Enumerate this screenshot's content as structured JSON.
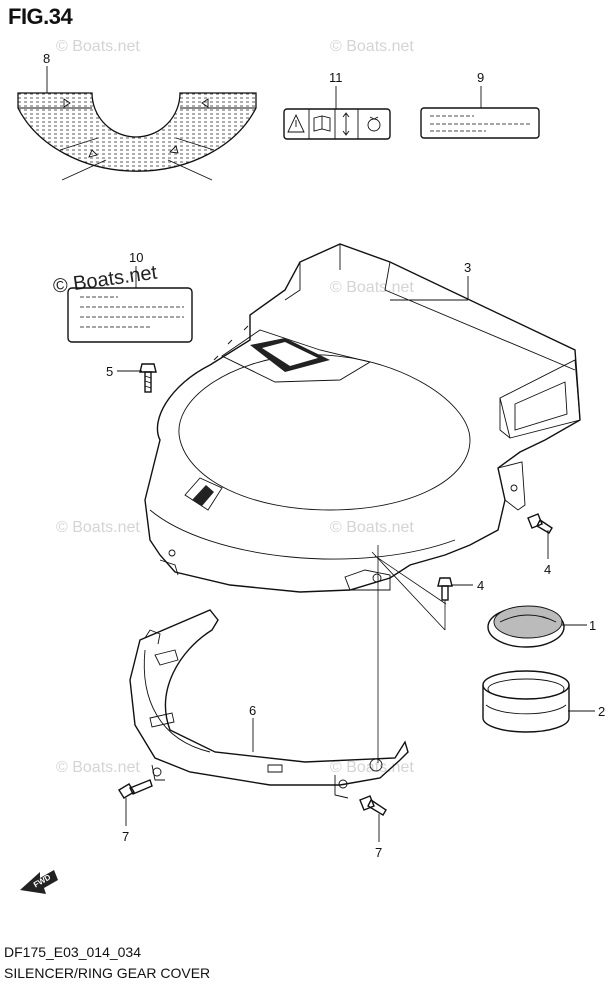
{
  "figure": {
    "title": "FIG.34"
  },
  "footer": {
    "code": "DF175_E03_014_034",
    "caption": "SILENCER/RING GEAR COVER"
  },
  "watermark": {
    "text": "© Boats.net"
  },
  "direction_marker": {
    "text": "FWD"
  },
  "callouts": [
    {
      "id": "c1",
      "label": "1"
    },
    {
      "id": "c2",
      "label": "2"
    },
    {
      "id": "c3",
      "label": "3"
    },
    {
      "id": "c4a",
      "label": "4"
    },
    {
      "id": "c4b",
      "label": "4"
    },
    {
      "id": "c5",
      "label": "5"
    },
    {
      "id": "c6",
      "label": "6"
    },
    {
      "id": "c7a",
      "label": "7"
    },
    {
      "id": "c7b",
      "label": "7"
    },
    {
      "id": "c8",
      "label": "8"
    },
    {
      "id": "c9",
      "label": "9"
    },
    {
      "id": "c10",
      "label": "10"
    },
    {
      "id": "c11",
      "label": "11"
    }
  ],
  "colors": {
    "line": "#111111",
    "watermark": "#d4d4d4",
    "background": "#ffffff"
  }
}
